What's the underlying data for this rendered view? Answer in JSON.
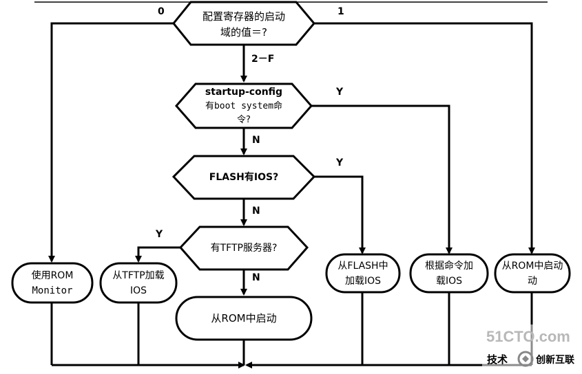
{
  "diagram": {
    "decisions": {
      "config_register": {
        "line1": "配置寄存器的启动",
        "line2": "域的值＝?"
      },
      "startup_config": {
        "line1": "startup-config",
        "line2": "有boot system命",
        "line3": "令?"
      },
      "flash": {
        "line1": "FLASH有IOS?"
      },
      "tftp": {
        "line1": "有TFTP服务器?"
      }
    },
    "terminals": {
      "rom_monitor": {
        "line1": "使用ROM",
        "line2": "Monitor"
      },
      "tftp_load": {
        "line1": "从TFTP加载",
        "line2": "IOS"
      },
      "rom_boot_center": {
        "line1": "从ROM中启动"
      },
      "flash_load": {
        "line1": "从FLASH中",
        "line2": "加载IOS"
      },
      "cmd_load": {
        "line1": "根据命令加",
        "line2": "载IOS"
      },
      "rom_boot_right": {
        "line1": "从ROM中启动",
        "line2": "动"
      }
    },
    "edge_labels": {
      "zero": "0",
      "one": "1",
      "two_f": "2－F",
      "startup_yes": "Y",
      "startup_no": "N",
      "flash_yes": "Y",
      "flash_no": "N",
      "tftp_yes": "Y",
      "tftp_no": "N"
    }
  },
  "watermark": {
    "site": "51CTO.com",
    "tech": "技术",
    "brand": "创新互联"
  }
}
